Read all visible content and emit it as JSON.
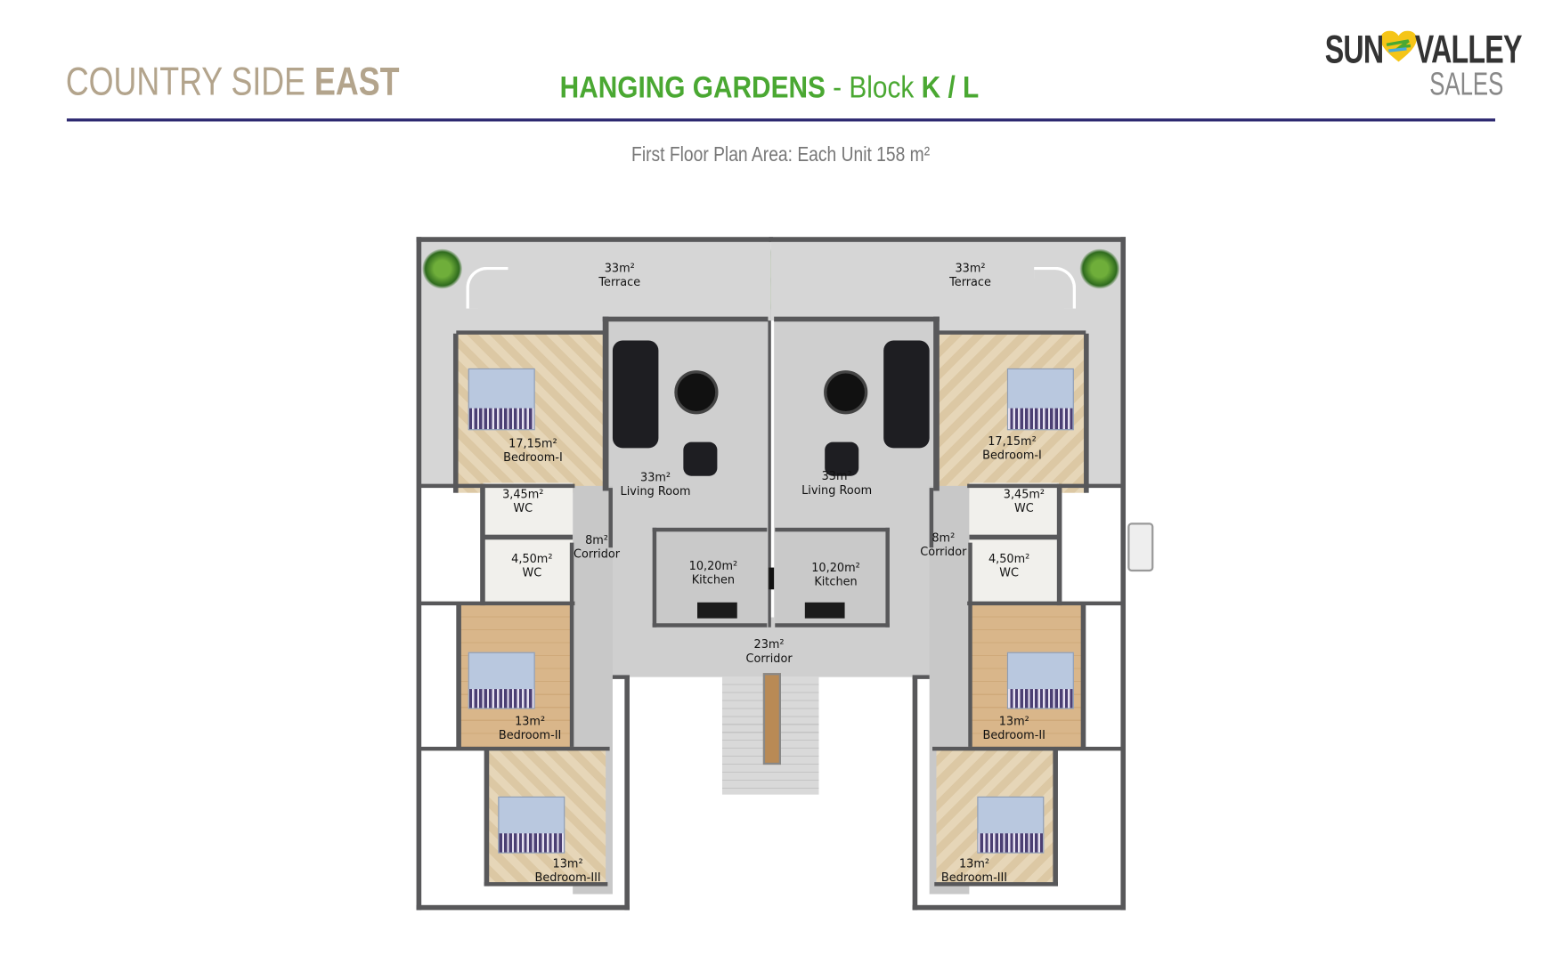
{
  "header": {
    "project_light": "COUNTRY SIDE",
    "project_bold": "EAST",
    "title_bold": "HANGING GARDENS",
    "title_sep": " - ",
    "title_block": "Block",
    "title_units": "K / L",
    "subtitle": "First Floor Plan Area: Each Unit 158 m²"
  },
  "logo": {
    "line1_a": "SUN",
    "line1_b": "VALLEY",
    "line2": "SALES"
  },
  "colors": {
    "accent_green": "#4aa832",
    "rule_navy": "#2c2870",
    "brand_tan": "#b3a48c"
  },
  "rooms": {
    "left": {
      "terrace": {
        "area": "33m²",
        "name": "Terrace"
      },
      "bedroom1": {
        "area": "17,15m²",
        "name": "Bedroom-I"
      },
      "wc1": {
        "area": "3,45m²",
        "name": "WC"
      },
      "wc2": {
        "area": "4,50m²",
        "name": "WC"
      },
      "corridor": {
        "area": "8m²",
        "name": "Corridor"
      },
      "living": {
        "area": "33m²",
        "name": "Living Room"
      },
      "kitchen": {
        "area": "10,20m²",
        "name": "Kitchen"
      },
      "bedroom2": {
        "area": "13m²",
        "name": "Bedroom-II"
      },
      "bedroom3": {
        "area": "13m²",
        "name": "Bedroom-III"
      }
    },
    "right": {
      "terrace": {
        "area": "33m²",
        "name": "Terrace"
      },
      "bedroom1": {
        "area": "17,15m²",
        "name": "Bedroom-I"
      },
      "wc1": {
        "area": "3,45m²",
        "name": "WC"
      },
      "wc2": {
        "area": "4,50m²",
        "name": "WC"
      },
      "corridor": {
        "area": "8m²",
        "name": "Corridor"
      },
      "living": {
        "area": "33m²",
        "name": "Living Room"
      },
      "kitchen": {
        "area": "10,20m²",
        "name": "Kitchen"
      },
      "bedroom2": {
        "area": "13m²",
        "name": "Bedroom-II"
      },
      "bedroom3": {
        "area": "13m²",
        "name": "Bedroom-III"
      }
    },
    "shared_corridor": {
      "area": "23m²",
      "name": "Corridor"
    }
  }
}
